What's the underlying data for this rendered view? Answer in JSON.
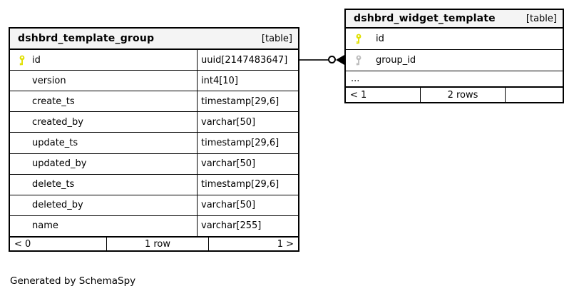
{
  "note": "Generated by SchemaSpy",
  "colors": {
    "pk_key": "#e0e000",
    "fk_key": "#bcbcbc",
    "header_bg": "#f4f4f4",
    "border": "#000000",
    "relation_line": "#303030"
  },
  "tables": [
    {
      "name": "dshbrd_template_group",
      "tag": "[table]",
      "columns": [
        {
          "name": "id",
          "type": "uuid[2147483647]",
          "key": "pk"
        },
        {
          "name": "version",
          "type": "int4[10]",
          "key": null
        },
        {
          "name": "create_ts",
          "type": "timestamp[29,6]",
          "key": null
        },
        {
          "name": "created_by",
          "type": "varchar[50]",
          "key": null
        },
        {
          "name": "update_ts",
          "type": "timestamp[29,6]",
          "key": null
        },
        {
          "name": "updated_by",
          "type": "varchar[50]",
          "key": null
        },
        {
          "name": "delete_ts",
          "type": "timestamp[29,6]",
          "key": null
        },
        {
          "name": "deleted_by",
          "type": "varchar[50]",
          "key": null
        },
        {
          "name": "name",
          "type": "varchar[255]",
          "key": null
        }
      ],
      "footer": {
        "left": "< 0",
        "center": "1 row",
        "right": "1 >"
      }
    },
    {
      "name": "dshbrd_widget_template",
      "tag": "[table]",
      "columns": [
        {
          "name": "id",
          "key": "pk"
        },
        {
          "name": "group_id",
          "key": "fk"
        },
        {
          "name": "...",
          "key": null,
          "ellipsis": true
        }
      ],
      "footer": {
        "left": "< 1",
        "center": "2 rows",
        "right": ""
      }
    }
  ],
  "relationship": {
    "from": "dshbrd_template_group.id",
    "to": "dshbrd_widget_template.group_id",
    "markers": "zero-or-one circle with arrowhead"
  }
}
